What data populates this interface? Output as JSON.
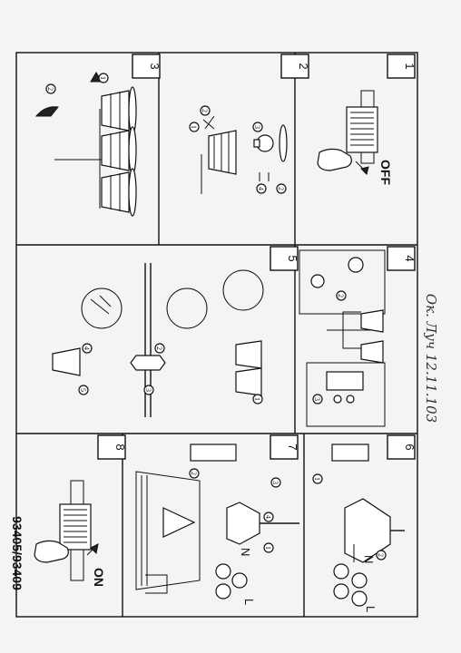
{
  "page": {
    "model_code": "93405/93409",
    "handwritten_note": "Ок. Луч 12.11.103"
  },
  "steps": [
    {
      "number": "1",
      "label": "OFF"
    },
    {
      "number": "2",
      "label": ""
    },
    {
      "number": "3",
      "label": ""
    },
    {
      "number": "4",
      "label": ""
    },
    {
      "number": "5",
      "label": ""
    },
    {
      "number": "6",
      "label": ""
    },
    {
      "number": "7",
      "label": ""
    },
    {
      "number": "8",
      "label": "ON"
    }
  ],
  "callouts": {
    "c1": "1",
    "c2": "2",
    "c3": "3",
    "c4": "4",
    "c5": "5",
    "n": "N",
    "l": "L"
  }
}
